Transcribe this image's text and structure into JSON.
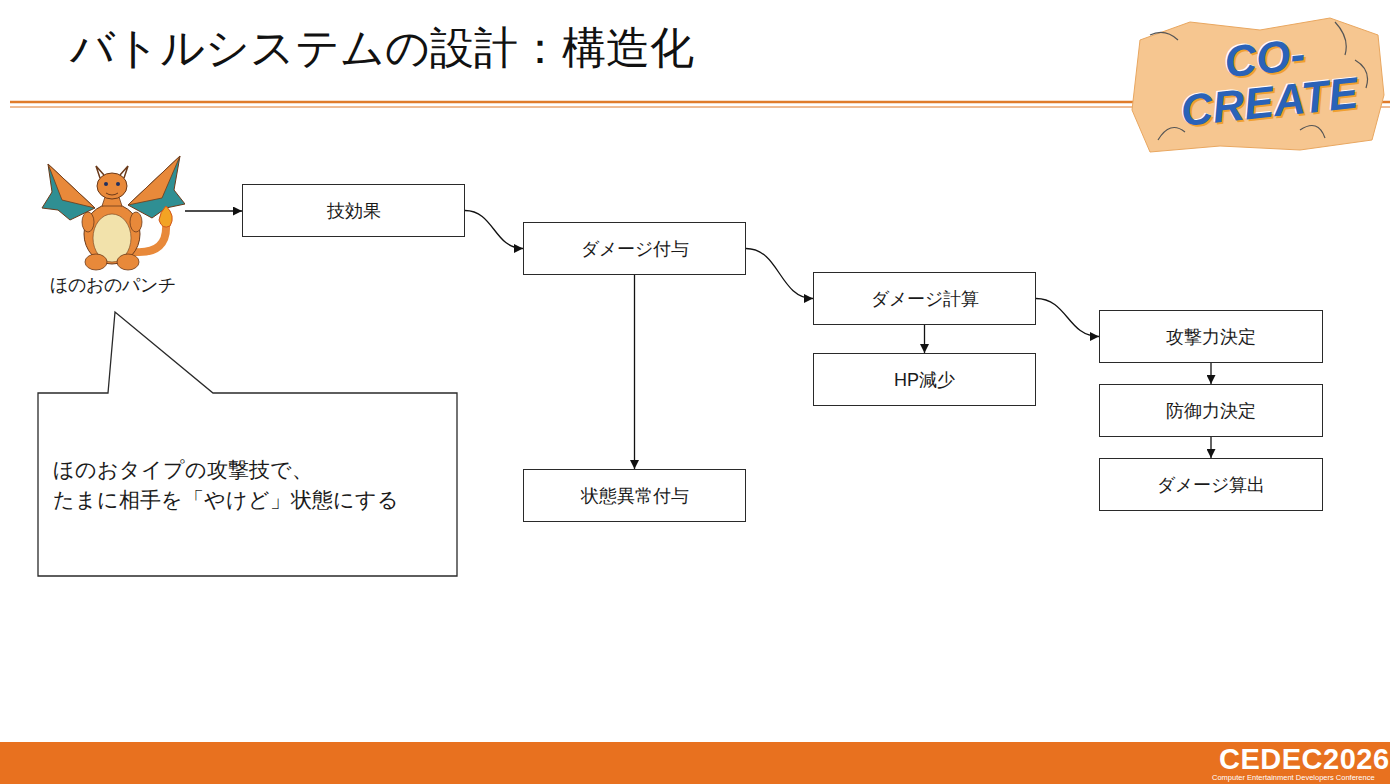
{
  "diagram": {
    "title": "バトルシステムの設計：構造化",
    "nodes": [
      {
        "text": [
          "ほのおのパンチ"
        ]
      },
      {
        "text": [
          "技効果"
        ]
      },
      {
        "text": [
          "ダメージ付与"
        ]
      },
      {
        "text": [
          "ダメージ計算"
        ]
      },
      {
        "text": [
          "HP減少"
        ]
      },
      {
        "text": [
          "攻撃力決定"
        ]
      },
      {
        "text": [
          "防御力決定"
        ]
      },
      {
        "text": [
          "ダメージ算出"
        ]
      },
      {
        "text": [
          "ほのおタイプの攻撃技で、 たまに相手を「やけど」状態にする"
        ]
      },
      {
        "text": [
          "状態異常付与"
        ]
      }
    ],
    "edges": [
      {
        "from": 0,
        "to": 1,
        "arrow": "to"
      },
      {
        "from": 1,
        "to": 2,
        "arrow": "to"
      },
      {
        "from": 2,
        "to": 3,
        "arrow": "to"
      },
      {
        "from": 2,
        "to": 9,
        "arrow": "to"
      },
      {
        "from": 3,
        "to": 4,
        "arrow": "to"
      },
      {
        "from": 3,
        "to": 5,
        "arrow": "to"
      },
      {
        "from": 5,
        "to": 6,
        "arrow": "to"
      },
      {
        "from": 6,
        "to": 7,
        "arrow": "to"
      }
    ],
    "labels": [
      "CO- CREATE",
      "CEDEC2026",
      "Computer Entertainment Developers Conference"
    ]
  }
}
